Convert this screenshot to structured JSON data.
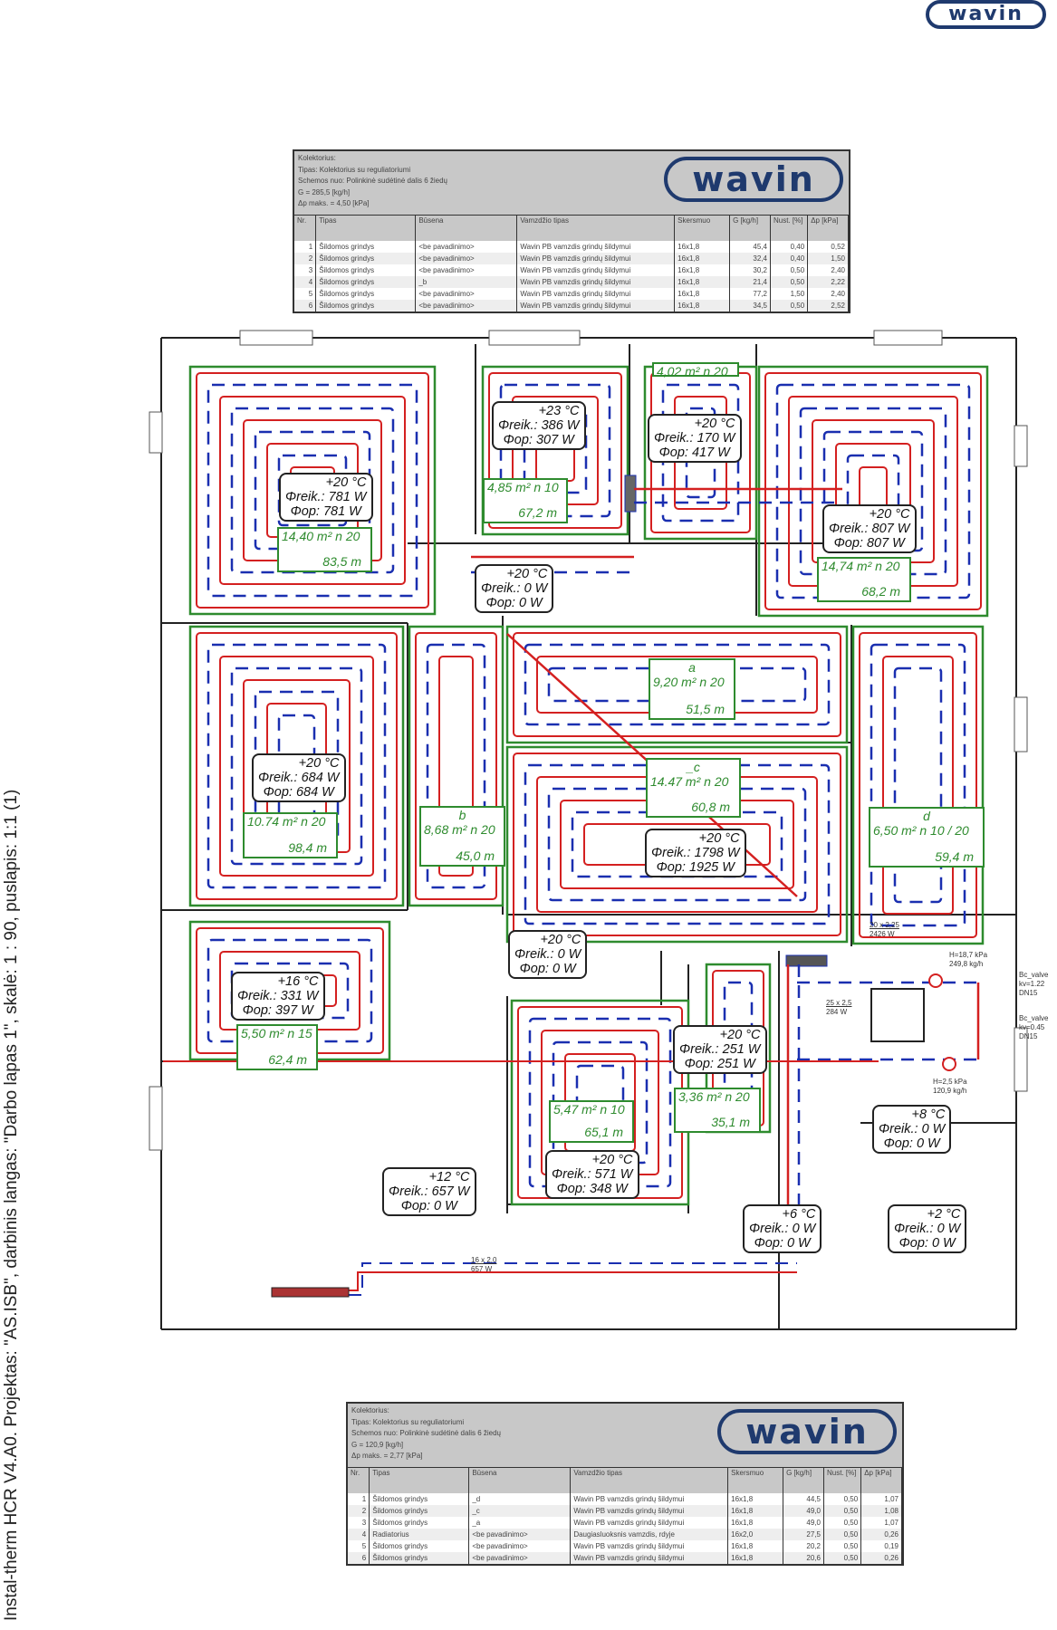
{
  "brand": "wavin",
  "side_caption": "Instal-therm HCR V4.A0. Projektas: \"AS.ISB\", darbinis langas: \"Darbo lapas 1\", skalė: 1 : 90, puslapis: 1:1 (1)",
  "colors": {
    "supply": "#d42020",
    "return": "#1a2fb0",
    "loop_box": "#2e8b2e",
    "logo": "#1f3a6e"
  },
  "top_table": {
    "header_lines": [
      "Kolektorius:",
      "Tipas: Kolektorius su reguliatoriumi",
      "Schemos nuo: Polinkinė sudėtinė dalis 6 žiedų",
      "G = 285,5 [kg/h]",
      "Δp maks. = 4,50 [kPa]"
    ],
    "columns": [
      "Nr.",
      "Tipas",
      "Būsena",
      "Vamzdžio tipas",
      "Skersmuo",
      "G [kg/h]",
      "Nust. [%]",
      "Δp [kPa]"
    ],
    "rows": [
      [
        "1",
        "Šildomos grindys",
        "<be pavadinimo>",
        "Wavin PB vamzdis grindų šildymui",
        "16x1,8",
        "45,4",
        "0,40",
        "0,52"
      ],
      [
        "2",
        "Šildomos grindys",
        "<be pavadinimo>",
        "Wavin PB vamzdis grindų šildymui",
        "16x1,8",
        "32,4",
        "0,40",
        "1,50"
      ],
      [
        "3",
        "Šildomos grindys",
        "<be pavadinimo>",
        "Wavin PB vamzdis grindų šildymui",
        "16x1,8",
        "30,2",
        "0,50",
        "2,40"
      ],
      [
        "4",
        "Šildomos grindys",
        "_b",
        "Wavin PB vamzdis grindų šildymui",
        "16x1,8",
        "21,4",
        "0,50",
        "2,22"
      ],
      [
        "5",
        "Šildomos grindys",
        "<be pavadinimo>",
        "Wavin PB vamzdis grindų šildymui",
        "16x1,8",
        "77,2",
        "1,50",
        "2,40"
      ],
      [
        "6",
        "Šildomos grindys",
        "<be pavadinimo>",
        "Wavin PB vamzdis grindų šildymui",
        "16x1,8",
        "34,5",
        "0,50",
        "2,52"
      ]
    ]
  },
  "bottom_table": {
    "header_lines": [
      "Kolektorius:",
      "Tipas: Kolektorius su reguliatoriumi",
      "Schemos nuo: Polinkinė sudėtinė dalis 6 žiedų",
      "G = 120,9 [kg/h]",
      "Δp maks. = 2,77 [kPa]"
    ],
    "columns": [
      "Nr.",
      "Tipas",
      "Būsena",
      "Vamzdžio tipas",
      "Skersmuo",
      "G [kg/h]",
      "Nust. [%]",
      "Δp [kPa]"
    ],
    "rows": [
      [
        "1",
        "Šildomos grindys",
        "_d",
        "Wavin PB vamzdis grindų šildymui",
        "16x1,8",
        "44,5",
        "0,50",
        "1,07"
      ],
      [
        "2",
        "Šildomos grindys",
        "_c",
        "Wavin PB vamzdis grindų šildymui",
        "16x1,8",
        "49,0",
        "0,50",
        "1,08"
      ],
      [
        "3",
        "Šildomos grindys",
        "_a",
        "Wavin PB vamzdis grindų šildymui",
        "16x1,8",
        "49,0",
        "0,50",
        "1,07"
      ],
      [
        "4",
        "Radiatorius",
        "<be pavadinimo>",
        "Daugiasluoksnis vamzdis, rdyje",
        "16x2,0",
        "27,5",
        "0,50",
        "0,26"
      ],
      [
        "5",
        "Šildomos grindys",
        "<be pavadinimo>",
        "Wavin PB vamzdis grindų šildymui",
        "16x1,8",
        "20,2",
        "0,50",
        "0,19"
      ],
      [
        "6",
        "Šildomos grindys",
        "<be pavadinimo>",
        "Wavin PB vamzdis grindų šildymui",
        "16x1,8",
        "20,6",
        "0,50",
        "0,26"
      ]
    ]
  },
  "rooms": [
    {
      "temp": "+23 °C",
      "calc": "Φreik.: 386 W",
      "sup": "Φop: 307 W"
    },
    {
      "temp": "+20 °C",
      "calc": "Φreik.: 781 W",
      "sup": "Φop: 781 W"
    },
    {
      "temp": "+20 °C",
      "calc": "Φreik.: 170 W",
      "sup": "Φop: 417 W"
    },
    {
      "temp": "+20 °C",
      "calc": "Φreik.: 0 W",
      "sup": "Φop: 0 W"
    },
    {
      "temp": "+20 °C",
      "calc": "Φreik.: 807 W",
      "sup": "Φop: 807 W"
    },
    {
      "temp": "+20 °C",
      "calc": "Φreik.: 684 W",
      "sup": "Φop: 684 W"
    },
    {
      "temp": "+20 °C",
      "calc": "Φreik.: 1798 W",
      "sup": "Φop: 1925 W"
    },
    {
      "temp": "+20 °C",
      "calc": "Φreik.: 0 W",
      "sup": "Φop: 0 W"
    },
    {
      "temp": "+16 °C",
      "calc": "Φreik.: 331 W",
      "sup": "Φop: 397 W"
    },
    {
      "temp": "+20 °C",
      "calc": "Φreik.: 251 W",
      "sup": "Φop: 251 W"
    },
    {
      "temp": "+8 °C",
      "calc": "Φreik.: 0 W",
      "sup": "Φop: 0 W"
    },
    {
      "temp": "+12 °C",
      "calc": "Φreik.: 657 W",
      "sup": "Φop: 0 W"
    },
    {
      "temp": "+20 °C",
      "calc": "Φreik.: 571 W",
      "sup": "Φop: 348 W"
    },
    {
      "temp": "+6 °C",
      "calc": "Φreik.: 0 W",
      "sup": "Φop: 0 W"
    },
    {
      "temp": "+2 °C",
      "calc": "Φreik.: 0 W",
      "sup": "Φop: 0 W"
    }
  ],
  "loops": [
    {
      "name": "",
      "area": "4,02 m² n 20",
      "length": ""
    },
    {
      "name": "",
      "area": "4,85 m² n 10",
      "length": "67,2 m"
    },
    {
      "name": "",
      "area": "14,40 m² n 20",
      "length": "83,5 m"
    },
    {
      "name": "",
      "area": "14,74 m² n 20",
      "length": "68,2 m"
    },
    {
      "name": "a",
      "area": "9,20 m² n 20",
      "length": "51,5 m"
    },
    {
      "name": "_c",
      "area": "14.47 m² n 20",
      "length": "60,8 m"
    },
    {
      "name": "b",
      "area": "8,68 m² n 20",
      "length": "45,0 m"
    },
    {
      "name": "",
      "area": "10.74 m² n 20",
      "length": "98,4 m"
    },
    {
      "name": "d",
      "area": "6,50 m² n 10 / 20",
      "length": "59,4 m"
    },
    {
      "name": "",
      "area": "5,50 m² n 15",
      "length": "62,4 m"
    },
    {
      "name": "",
      "area": "3,36 m² n 20",
      "length": "35,1 m"
    },
    {
      "name": "",
      "area": "5,47 m² n 10",
      "length": "65,1 m"
    }
  ],
  "notes": {
    "valve1": [
      "Bc_valve",
      "kv=1.22",
      "DN15"
    ],
    "valve2": [
      "Bc_valve",
      "kv=0.45",
      "DN15"
    ],
    "pipe1": [
      "25 x 2,5",
      "284 W"
    ],
    "pipe2": [
      "16 x 2,0",
      "657 W"
    ],
    "pipe3": [
      "20 x 2,25",
      "2426 W"
    ],
    "dp1": [
      "H=18,7 kPa",
      "249,8 kg/h"
    ],
    "dp2": [
      "H=2,5 kPa",
      "120,9 kg/h"
    ]
  }
}
